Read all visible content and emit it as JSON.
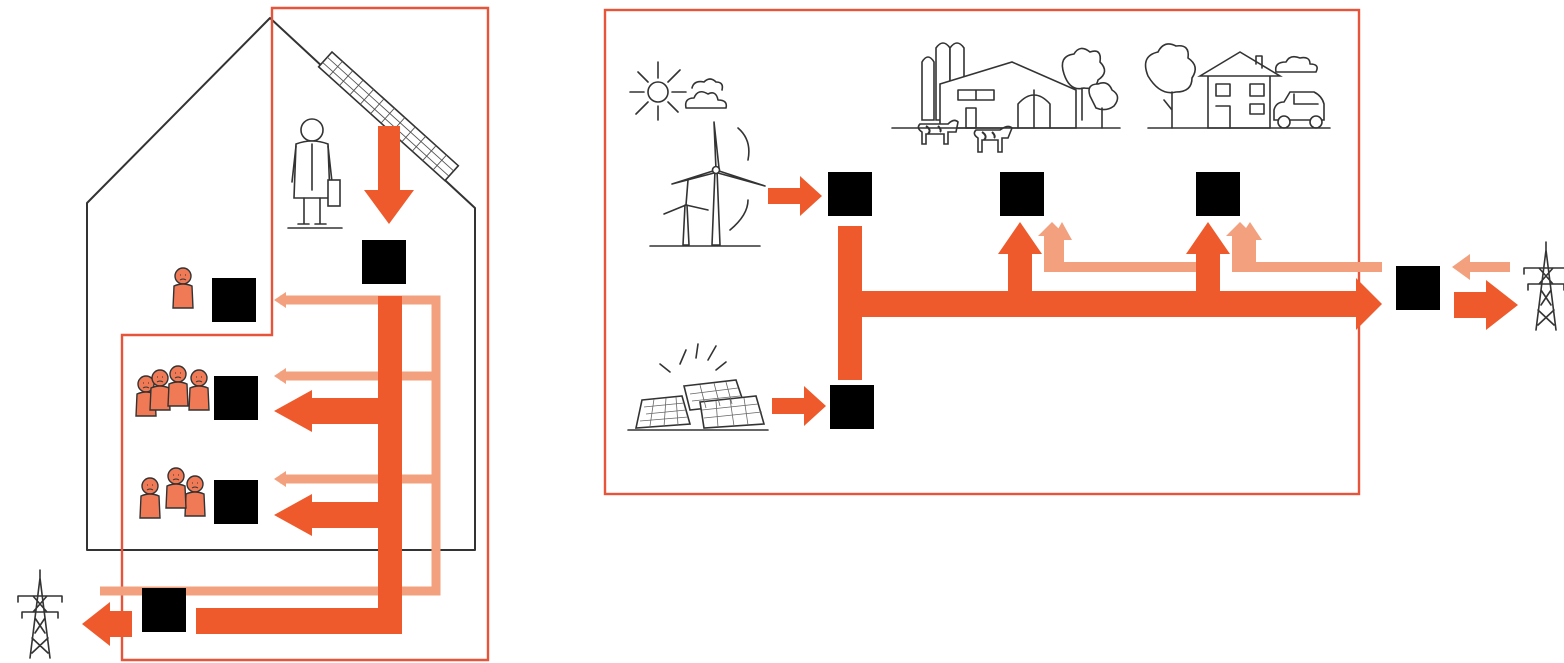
{
  "colors": {
    "primary_flow": "#ee5a2b",
    "secondary_flow": "#f2a07e",
    "boundary": "#e8543a",
    "outline": "#333333",
    "person_fill": "#f07a55"
  },
  "left_scheme": {
    "icons": [
      "house-outline",
      "solar-panel-icon",
      "landlord-icon",
      "person-icon",
      "group-icon",
      "group-icon",
      "power-pylon-icon"
    ],
    "meters": [
      "generation-meter",
      "consumer-meter",
      "consumer-meter",
      "consumer-meter",
      "bidirectional-meter"
    ]
  },
  "right_scheme": {
    "icons": [
      "sun-icon",
      "cloud-icon",
      "wind-turbine-icon",
      "solar-array-icon",
      "farm-icon",
      "cow-icon",
      "house-icon",
      "tree-icon",
      "car-icon",
      "power-pylon-icon"
    ],
    "meters": [
      "wind-meter",
      "solar-meter",
      "farm-meter",
      "house-meter",
      "bidirectional-grid-meter"
    ]
  }
}
